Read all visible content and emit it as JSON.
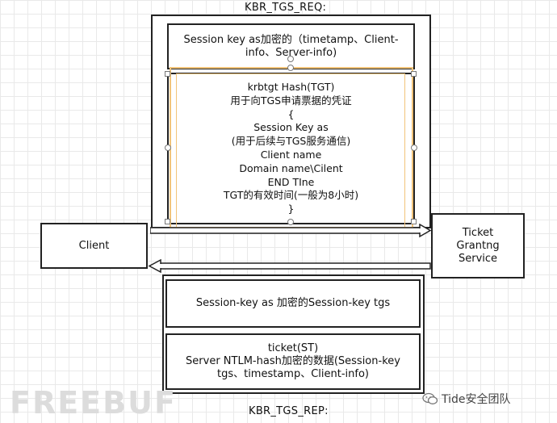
{
  "req_title": "KBR_TGS_REQ:",
  "rep_title": "KBR_TGS_REP:",
  "session_box": [
    "Session key as加密的（timetamp、Client-",
    "info、Server-info)"
  ],
  "tgt_box": [
    "krbtgt Hash(TGT)",
    "用于向TGS申请票据的凭证",
    "{",
    "Session Key as",
    "(用于后续与TGS服务通信)",
    "Client name",
    "Domain name\\Cilent",
    "END TIne",
    "TGT的有效时间(一般为8小时)",
    "}"
  ],
  "client_label": "Client",
  "ticket_service": [
    "Ticket",
    "Grantng",
    "Service"
  ],
  "session_key_tgs": "Session-key as 加密的Session-key tgs",
  "ticket_st": [
    "ticket(ST)",
    "Server NTLM-hash加密的数据(Session-key",
    "tgs、timestamp、Client-info)"
  ],
  "watermark": "FREEBUF",
  "wechat_label": "Tide安全团队",
  "icons": [
    "arrow-right-icon",
    "arrow-left-icon",
    "wechat-icon"
  ],
  "colors": {
    "selection": "#f2c47a",
    "border": "#222222",
    "grid": "#e9e9e9"
  }
}
